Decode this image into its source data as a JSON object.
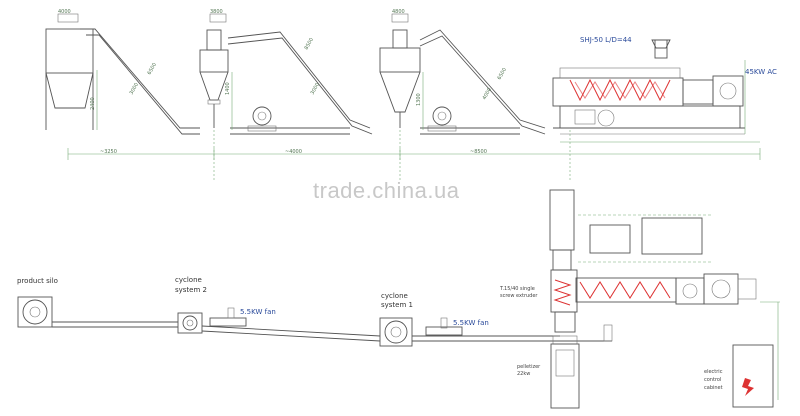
{
  "watermark": "trade.china.ua",
  "elevation": {
    "model_label": "SHJ-50 L/D=44",
    "motor_label": "45KW AC",
    "dimensions": {
      "left": "~3250",
      "middle": "~4000",
      "right": "~8500",
      "top_1": "4000",
      "top_2": "3800",
      "top_3": "4800",
      "pipe_1a": "6500",
      "pipe_1b": "3000",
      "pipe_2a": "8500",
      "pipe_2b": "3000",
      "pipe_3a": "6500",
      "pipe_3b": "4000",
      "height_1": "2400",
      "height_2": "1400",
      "height_3": "1300"
    }
  },
  "plan": {
    "product_silo": "product silo",
    "cyclone_2": "cyclone\nsystem 2",
    "cyclone_1": "cyclone\nsystem 1",
    "fan_2": "5.5KW fan",
    "fan_1": "5.5KW fan",
    "feeder_label": "T.15/40 single\nscrew extruder",
    "pelletizer_label": "pelletizer\n22kw",
    "electric_cabinet": "electric\ncontrol\ncabinet"
  },
  "colors": {
    "line": "#555555",
    "dimension": "#7aa77a",
    "accent_red": "#d33333",
    "label_blue": "#2a4a9a",
    "watermark": "#c8c8c8"
  }
}
